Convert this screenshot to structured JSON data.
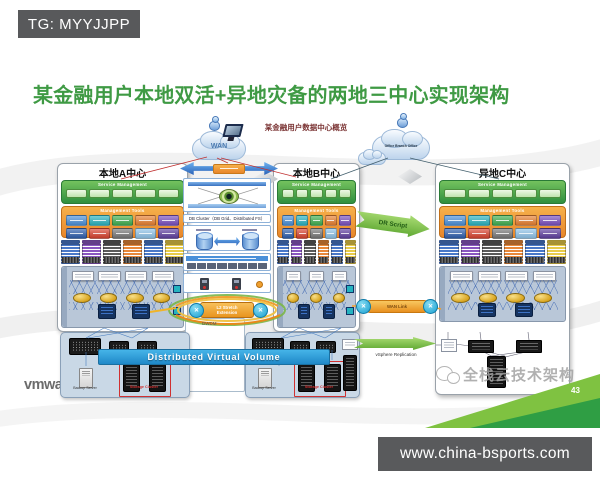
{
  "overlay": {
    "tg_tag": "TG: MYYJJPP",
    "site_url": "www.china-bsports.com"
  },
  "slide": {
    "title": "某金融用户本地双活+异地灾备的两地三中心实现架构",
    "page_number": "43",
    "vendor_logo": "vmware",
    "wechat_watermark": "全栈云技术架构"
  },
  "diagram": {
    "subtitle": "某金融用户数据中心概览",
    "clouds": {
      "wan": "WAN",
      "office": "Office Branch Office"
    },
    "centers": {
      "a": {
        "title": "本地A中心"
      },
      "b": {
        "title": "本地B中心"
      },
      "c": {
        "title": "异地C中心"
      }
    },
    "bands": {
      "service_management": "Service Management",
      "management_tools": "Management Tools"
    },
    "middle": {
      "db_cluster_label": "DB Cluster（DB Grid、Distributed FS）",
      "l2_extension": "L2 Stretch Extension",
      "dwdm": "DWDM"
    },
    "links": {
      "dr_script": "DR Script",
      "wan_link": "WAN Link",
      "vsphere_replication": "vSphere Replication"
    },
    "storage": {
      "dvv_bar": "Distributed Virtual Volume",
      "storage_cluster": "Storage Cluster",
      "backup_server": "Backup Server"
    }
  }
}
